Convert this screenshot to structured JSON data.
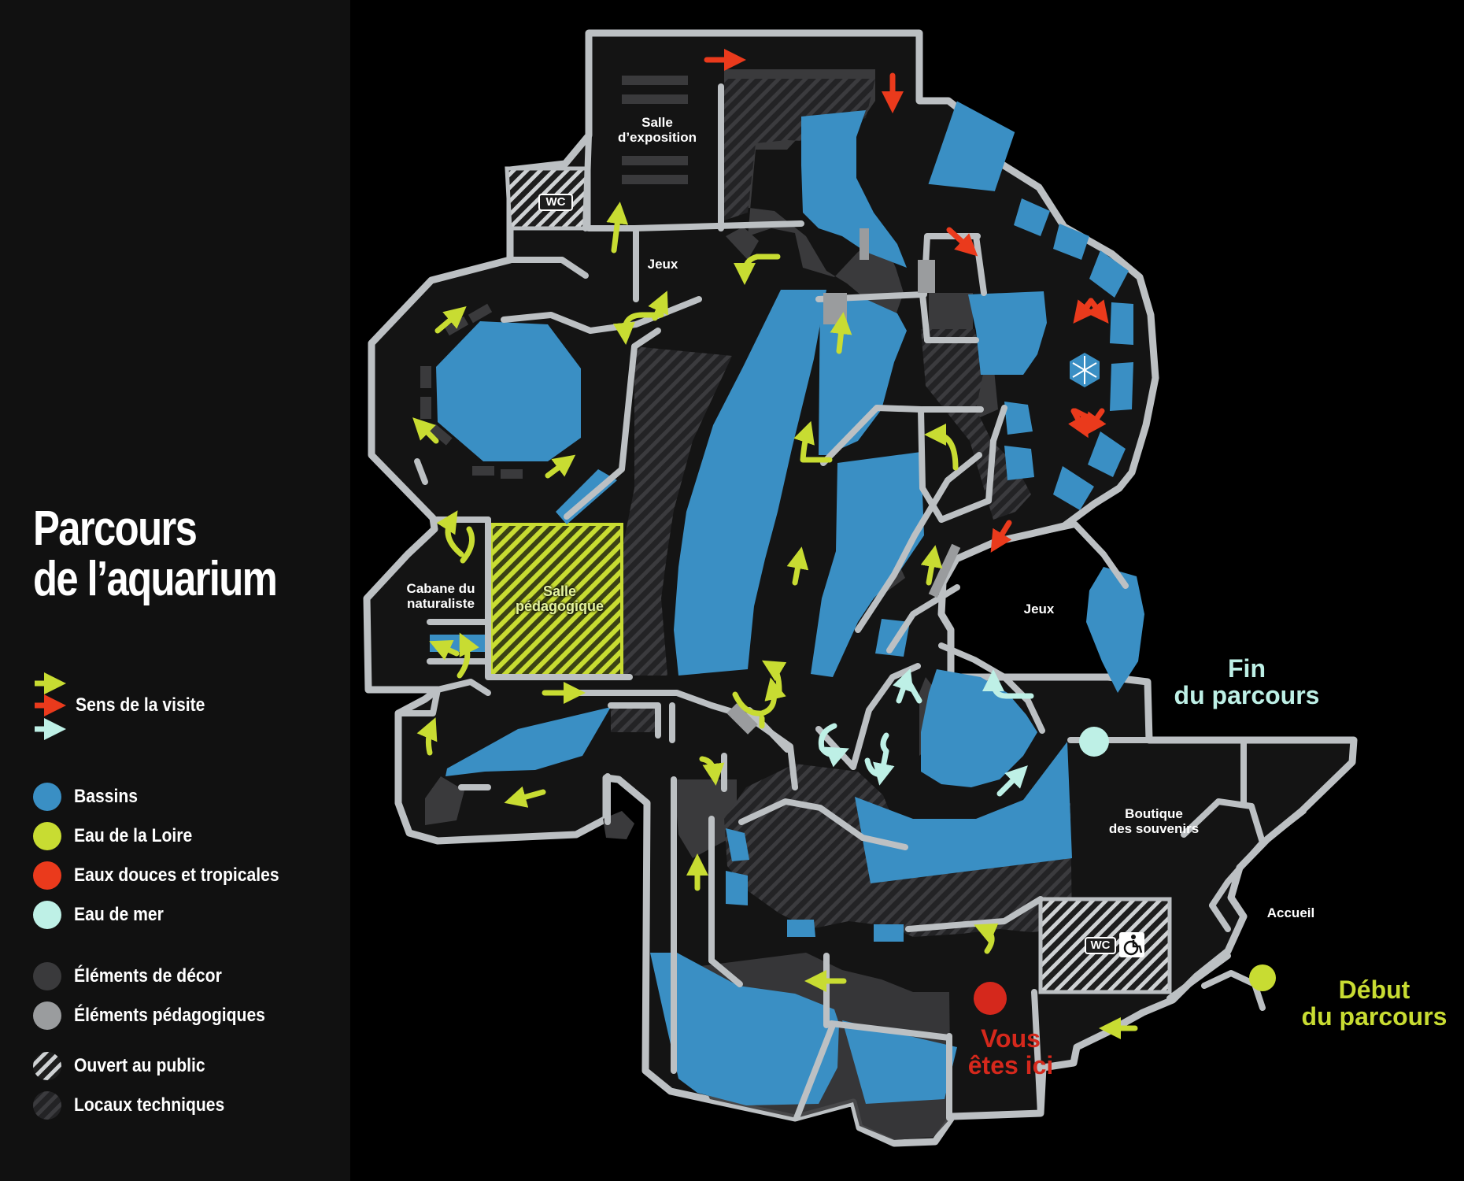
{
  "title": {
    "line1": "Parcours",
    "line2": "de l’aquarium"
  },
  "legend": {
    "visit_direction": "Sens de la visite",
    "items": [
      {
        "label": "Bassins",
        "color": "#3a8fc4"
      },
      {
        "label": "Eau de la Loire",
        "color": "#c8dc32"
      },
      {
        "label": "Eaux douces et tropicales",
        "color": "#ea3a1c"
      },
      {
        "label": "Eau de mer",
        "color": "#bef0e6"
      },
      {
        "label": "Éléments de décor",
        "color": "#3a3a3c"
      },
      {
        "label": "Éléments pédagogiques",
        "color": "#9a9c9e"
      },
      {
        "label": "Ouvert au public",
        "icon": "hatch-light-icon"
      },
      {
        "label": "Locaux techniques",
        "icon": "hatch-dark-icon"
      }
    ],
    "arrow_colors": [
      "#c8dc32",
      "#ea3a1c",
      "#bef0e6"
    ]
  },
  "rooms": {
    "salle_exposition": "Salle\nd’exposition",
    "wc_top": "WC",
    "jeux_top": "Jeux",
    "cabane": "Cabane du\nnaturaliste",
    "salle_pedagogique": "Salle\npédagogique",
    "jeux_right": "Jeux",
    "boutique": "Boutique\ndes souvenirs",
    "accueil": "Accueil",
    "wc_bottom": "WC"
  },
  "markers": {
    "fin": "Fin\ndu parcours",
    "debut": "Début\ndu parcours",
    "vous": "Vous\nêtes ici",
    "fin_color": "#bef0e6",
    "debut_color": "#c8dc32",
    "vous_color": "#d5281c"
  },
  "colors": {
    "background": "#000000",
    "floor": "#141414",
    "wall": "#bcc0c3",
    "basin": "#3a8fc4",
    "decor": "#3a3a3c",
    "pedago": "#9a9c9e",
    "loire": "#c8dc32",
    "tropical": "#ea3a1c",
    "mer": "#bef0e6"
  }
}
